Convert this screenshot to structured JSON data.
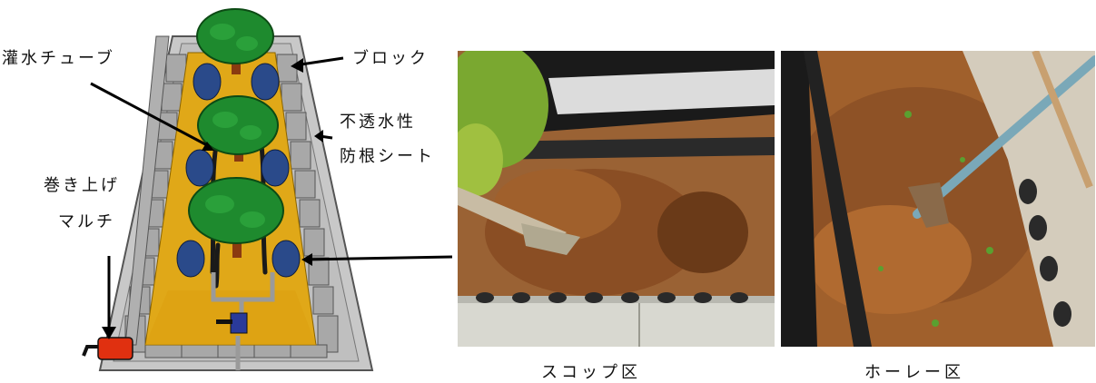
{
  "diagram": {
    "labels": {
      "irrigation_tube": "灌水チューブ",
      "block": "ブロック",
      "waterproof_line1": "不透水性",
      "waterproof_line2": "防根シート",
      "rollup_line1": "巻き上げ",
      "rollup_line2": "マルチ"
    },
    "colors": {
      "soil": "#e0a818",
      "block": "#a8a8a8",
      "tree_leaf": "#1e8a2e",
      "trunk": "#8a3a10",
      "emitter": "#2a4a8a",
      "valve": "#e03010",
      "tube": "#222222"
    }
  },
  "photos": {
    "scoop": {
      "caption": "スコップ区"
    },
    "hoe": {
      "caption": "ホーレー区"
    }
  }
}
